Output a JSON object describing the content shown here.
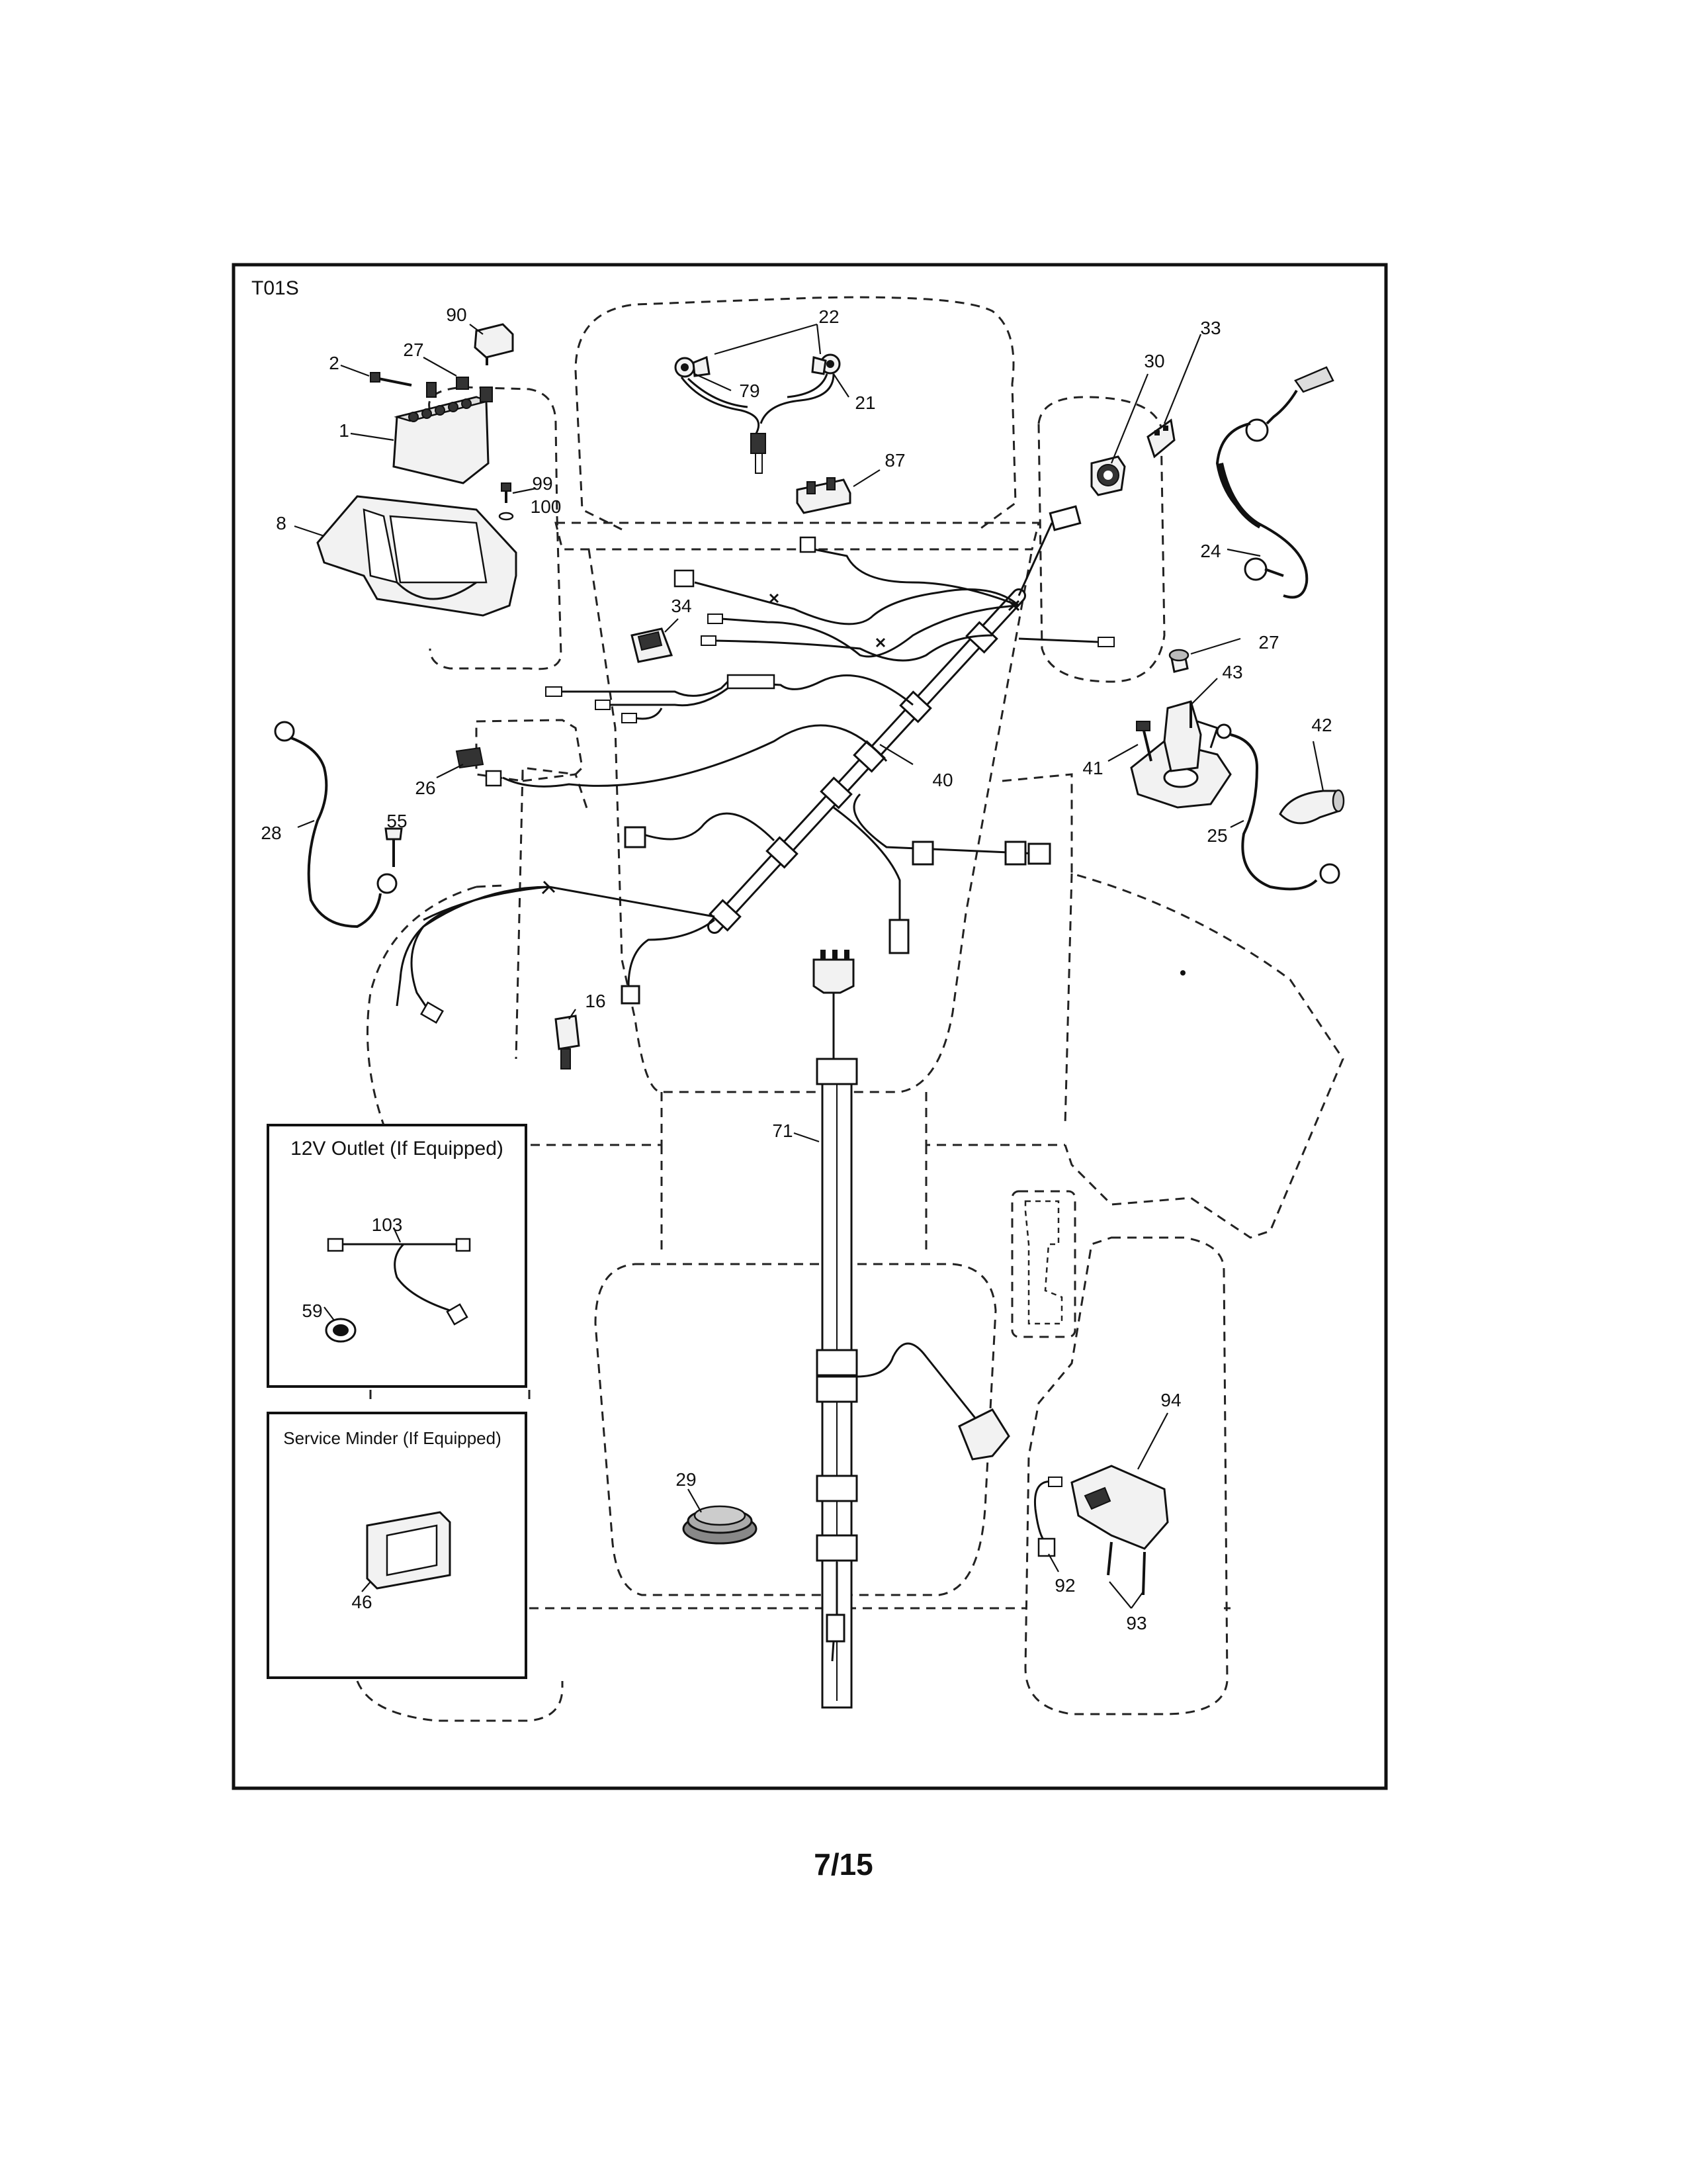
{
  "diagram": {
    "code": "T01S",
    "labels": {
      "p1": "1",
      "p2": "2",
      "p8": "8",
      "p16": "16",
      "p21": "21",
      "p22": "22",
      "p24": "24",
      "p25": "25",
      "p26": "26",
      "p27a": "27",
      "p27b": "27",
      "p28": "28",
      "p29": "29",
      "p30": "30",
      "p33": "33",
      "p34": "34",
      "p40": "40",
      "p41": "41",
      "p42": "42",
      "p43": "43",
      "p46": "46",
      "p55": "55",
      "p59": "59",
      "p71": "71",
      "p79": "79",
      "p87": "87",
      "p90": "90",
      "p92": "92",
      "p93": "93",
      "p94": "94",
      "p99": "99",
      "p100": "100",
      "p103": "103"
    },
    "outlet_box_title": "12V Outlet (If Equipped)",
    "service_box_title": "Service Minder (If Equipped)"
  },
  "page_number": "7/15"
}
